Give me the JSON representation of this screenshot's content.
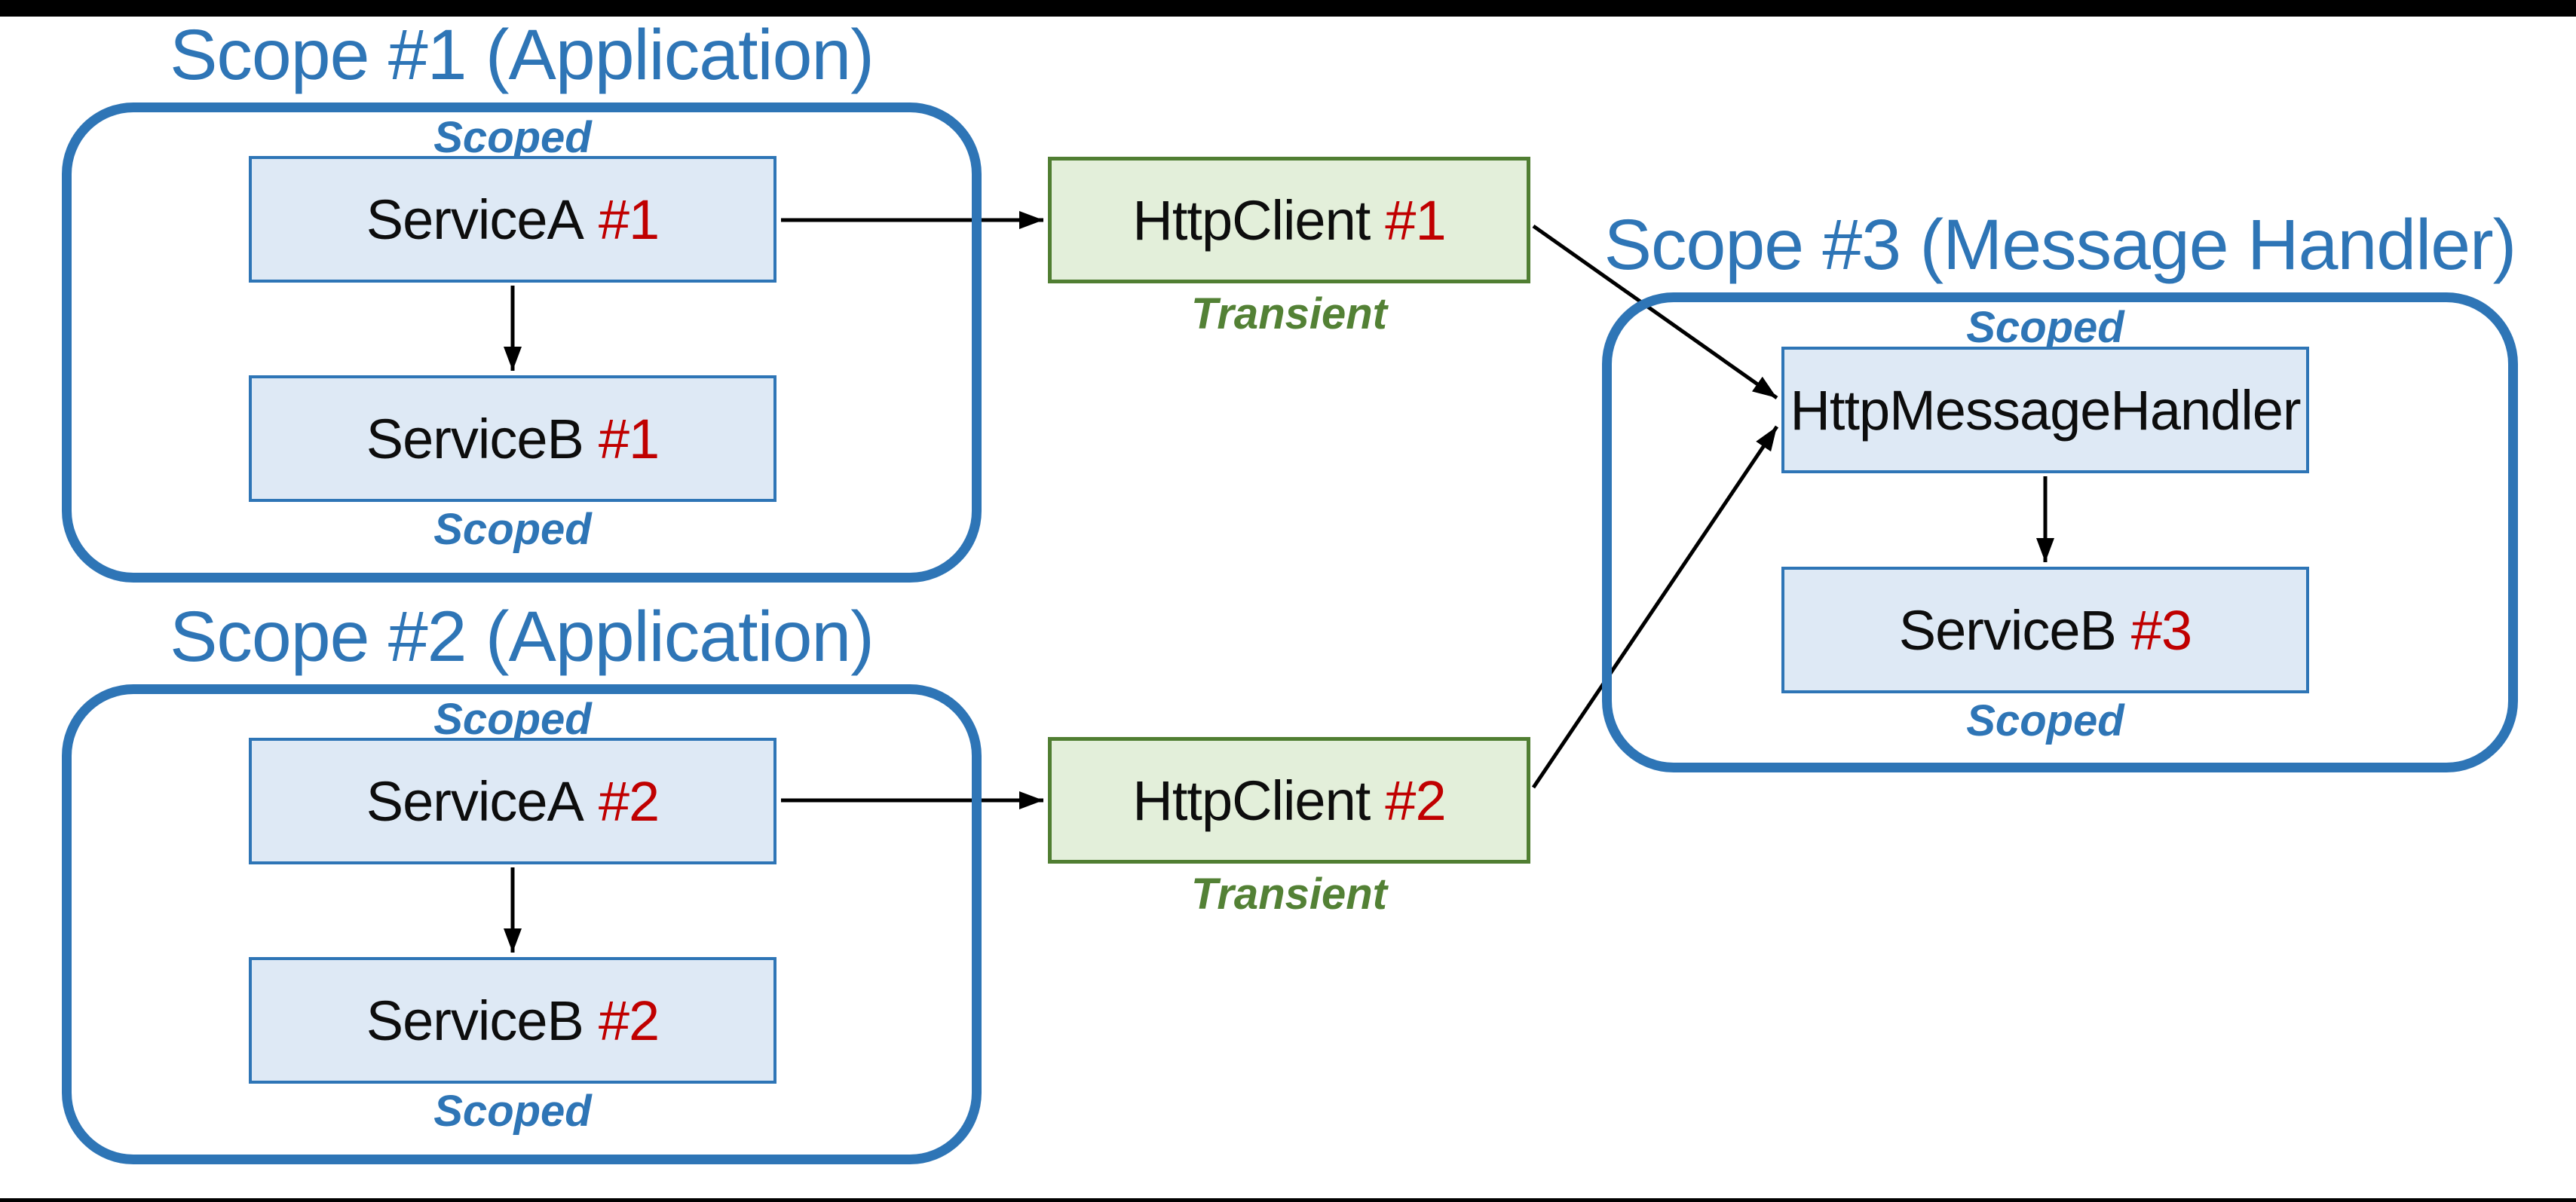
{
  "colors": {
    "accent_blue": "#2E75B6",
    "box_fill_blue": "#DEE9F5",
    "green_fill": "#E3EFDA",
    "green_border": "#507E32",
    "green_text": "#538135",
    "red": "#C00000",
    "ink": "#0D0D0D"
  },
  "scopes": [
    {
      "title": "Scope #1 (Application)",
      "top_label": "Scoped",
      "bottom_label": "Scoped",
      "boxes": [
        {
          "name": "ServiceA",
          "tag": "#1"
        },
        {
          "name": "ServiceB",
          "tag": "#1"
        }
      ]
    },
    {
      "title": "Scope #2 (Application)",
      "top_label": "Scoped",
      "bottom_label": "Scoped",
      "boxes": [
        {
          "name": "ServiceA",
          "tag": "#2"
        },
        {
          "name": "ServiceB",
          "tag": "#2"
        }
      ]
    },
    {
      "title": "Scope #3 (Message Handler)",
      "top_label": "Scoped",
      "bottom_label": "Scoped",
      "boxes": [
        {
          "name": "HttpMessageHandler",
          "tag": ""
        },
        {
          "name": "ServiceB",
          "tag": "#3"
        }
      ]
    }
  ],
  "clients": [
    {
      "name": "HttpClient",
      "tag": "#1",
      "lifetime_label": "Transient"
    },
    {
      "name": "HttpClient",
      "tag": "#2",
      "lifetime_label": "Transient"
    }
  ],
  "connections": [
    "ServiceA #1 -> HttpClient #1",
    "ServiceA #1 -> ServiceB #1",
    "ServiceA #2 -> HttpClient #2",
    "ServiceA #2 -> ServiceB #2",
    "HttpClient #1 -> HttpMessageHandler",
    "HttpClient #2 -> HttpMessageHandler",
    "HttpMessageHandler -> ServiceB #3"
  ]
}
